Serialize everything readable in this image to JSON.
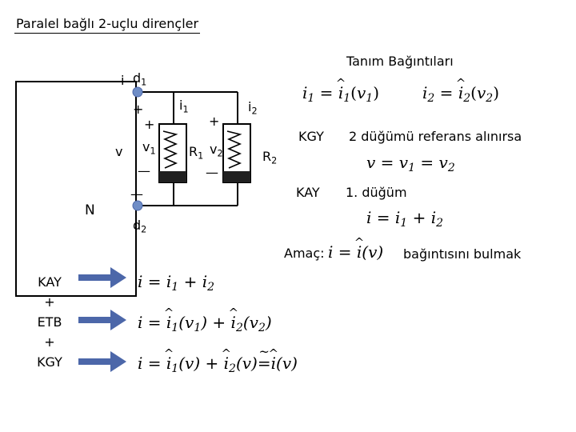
{
  "title": "Paralel bağlı 2-uçlu dirençler",
  "definitions_heading": "Tanım Bağıntıları",
  "circuit": {
    "n_label": "N",
    "current_i": "i",
    "node_d1": "d",
    "node_d1_sub": "1",
    "node_d2": "d",
    "node_d2_sub": "2",
    "voltage_v": "v",
    "plus_left": "+",
    "minus_left": "—",
    "v1": "v",
    "v1_sub": "1",
    "plus_v1": "+",
    "minus_v1": "—",
    "i1": "i",
    "i1_sub": "1",
    "r1": "R",
    "r1_sub": "1",
    "v2": "v",
    "v2_sub": "2",
    "plus_v2": "+",
    "minus_v2": "—",
    "i2": "i",
    "i2_sub": "2",
    "r2": "R",
    "r2_sub": "2"
  },
  "equations": {
    "def1": {
      "lhs": "i",
      "lhs_sub": "1",
      "eq": " = ",
      "f": "i",
      "f_sub": "1",
      "arg_open": "(",
      "arg": "v",
      "arg_sub": "1",
      "arg_close": ")"
    },
    "def2": {
      "lhs": "i",
      "lhs_sub": "2",
      "eq": " = ",
      "f": "i",
      "f_sub": "2",
      "arg_open": "(",
      "arg": "v",
      "arg_sub": "2",
      "arg_close": ")"
    },
    "kgy_label": "KGY",
    "kgy_note": "2 düğümü referans alınırsa",
    "kgy_eq": {
      "v": "v",
      "eq1": " = ",
      "v1": "v",
      "v1_sub": "1",
      "eq2": " = ",
      "v2": "v",
      "v2_sub": "2"
    },
    "kay_label": "KAY",
    "kay_note": "1. düğüm",
    "kay_eq": {
      "i": "i",
      "eq": " = ",
      "i1": "i",
      "i1_sub": "1",
      "plus": " + ",
      "i2": "i",
      "i2_sub": "2"
    },
    "goal_label": "Amaç:",
    "goal_eq": {
      "i": "i",
      "eq": " = ",
      "f": "i",
      "arg": "(v)"
    },
    "goal_text": "bağıntısını bulmak"
  },
  "laws": {
    "kay": "KAY",
    "plus1": "+",
    "etb": "ETB",
    "plus2": "+",
    "kgy": "KGY"
  },
  "results": {
    "r1": {
      "i": "i",
      "eq": " = ",
      "i1": "i",
      "i1_sub": "1",
      "plus": " + ",
      "i2": "i",
      "i2_sub": "2"
    },
    "r2": {
      "i": "i",
      "eq": " = ",
      "f1": "i",
      "f1_sub": "1",
      "a1": "(v",
      "a1_sub": "1",
      "a1_close": ")",
      "plus": " + ",
      "f2": "i",
      "f2_sub": "2",
      "a2": "(v",
      "a2_sub": "2",
      "a2_close": ")"
    },
    "r3": {
      "i": "i",
      "eq": " = ",
      "f1": "i",
      "f1_sub": "1",
      "a1": "(v)",
      "plus": " + ",
      "f2": "i",
      "f2_sub": "2",
      "a2": "(v)",
      "eq2": " = ",
      "f": "i",
      "a": "(v)"
    }
  },
  "colors": {
    "arrow": "#4c67a9",
    "node": "#6f8dc6",
    "resistor_fill": "#202020",
    "wire": "#000000"
  }
}
